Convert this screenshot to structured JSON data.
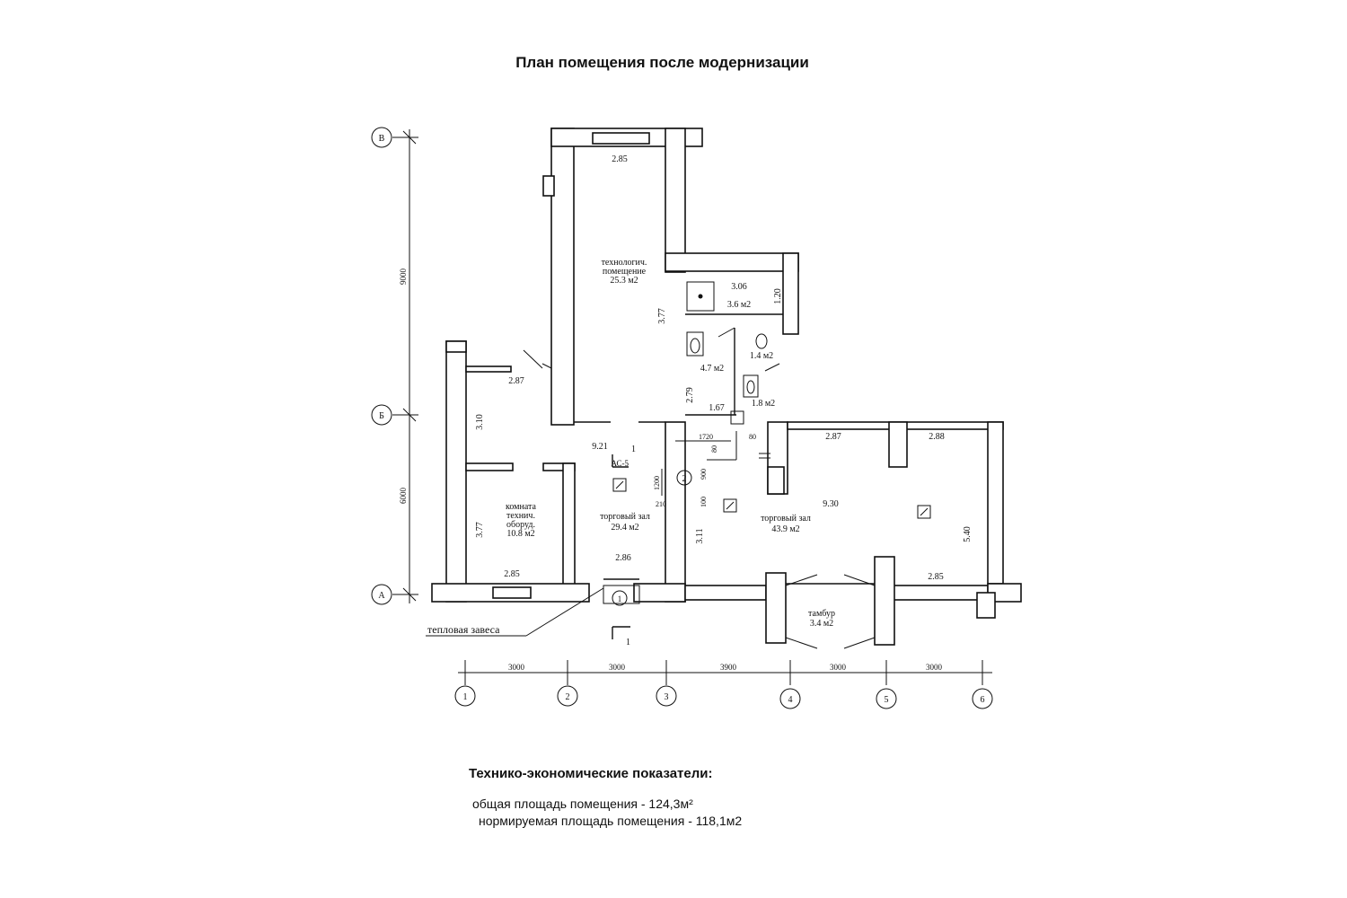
{
  "title": "План помещения после модернизации",
  "axes": {
    "rows": [
      {
        "id": "В",
        "label": "В"
      },
      {
        "id": "Б",
        "label": "Б"
      },
      {
        "id": "А",
        "label": "А"
      }
    ],
    "row_spans": [
      "9000",
      "6000"
    ],
    "columns": [
      "1",
      "2",
      "3",
      "4",
      "5",
      "6"
    ],
    "column_spans": [
      "3000",
      "3000",
      "3900",
      "3000",
      "3000"
    ]
  },
  "rooms": [
    {
      "id": "tech",
      "name_line1": "технологич.",
      "name_line2": "помещение",
      "area": "25.3 м2",
      "width": "2.85",
      "length": "3.77"
    },
    {
      "id": "wc_top",
      "area": "3.6 м2",
      "width": "3.06",
      "depth": "1.20"
    },
    {
      "id": "wc_left",
      "area": "4.7 м2",
      "depth": "2.79",
      "width": "1.67"
    },
    {
      "id": "wc_right_top",
      "area": "1.4 м2"
    },
    {
      "id": "wc_right_bottom",
      "area": "1.8 м2"
    },
    {
      "id": "equipment",
      "name_line1": "комната",
      "name_line2": "технич.",
      "name_line3": "оборуд.",
      "area": "10.8 м2",
      "top_width": "2.87",
      "upper_depth": "3.10",
      "depth": "3.77",
      "width": "2.85"
    },
    {
      "id": "hall_left",
      "name": "торговый зал",
      "area": "29.4 м2",
      "length": "9.21",
      "width": "2.86"
    },
    {
      "id": "hall_right",
      "name": "торговый зал",
      "area": "43.9 м2",
      "length": "9.30",
      "width_a": "2.87",
      "width_b": "2.88",
      "depth": "5.40",
      "left_depth": "3.11",
      "bottom_width": "2.85"
    },
    {
      "id": "vestibule",
      "name": "тамбур",
      "area": "3.4 м2"
    }
  ],
  "detail_dims": [
    "1720",
    "80",
    "80",
    "1200",
    "900",
    "210",
    "100"
  ],
  "section_marks": {
    "cut": "1",
    "sheet": "АС-5",
    "node_a": "2",
    "node_b": "1"
  },
  "annotation": "тепловая завеса",
  "tep": {
    "heading": "Технико-экономические показатели:",
    "line1": "общая площадь  помещения - 124,3м²",
    "line2": "нормируемая площадь помещения  -  118,1м2"
  }
}
